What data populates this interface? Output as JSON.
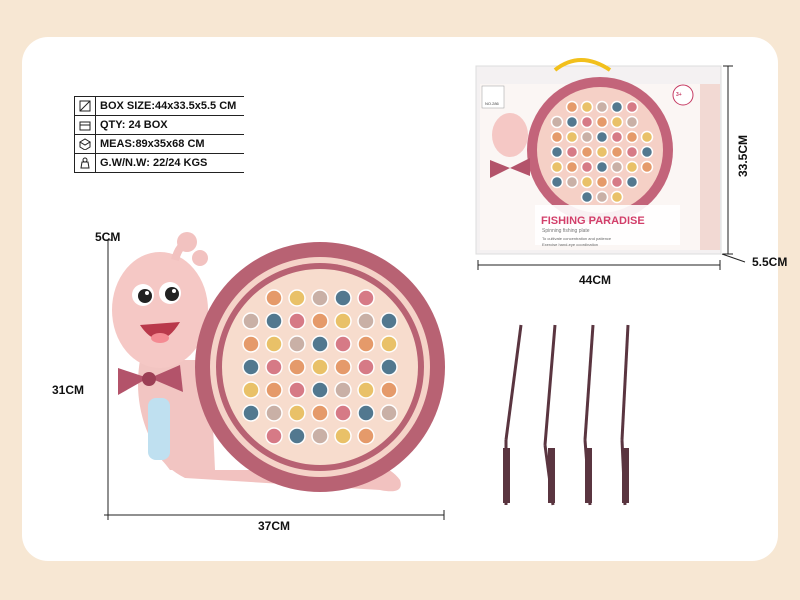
{
  "specs": {
    "box_size": "BOX SIZE:44x33.5x5.5 CM",
    "qty": "QTY: 24 BOX",
    "meas": "MEAS:89x35x68 CM",
    "weight": "G.W/N.W: 22/24 KGS"
  },
  "dimensions": {
    "toy_thickness": "5CM",
    "toy_height": "31CM",
    "toy_width": "37CM",
    "box_width": "44CM",
    "box_height": "33.5CM",
    "box_depth": "5.5CM"
  },
  "package": {
    "title": "FISHING PARADISE",
    "subtitle": "Spinning fishing plate",
    "bullets": [
      "To cultivate concentration and patience",
      "Exercise hand-eye coordination"
    ],
    "model": "NO.286",
    "age": "3+"
  },
  "colors": {
    "background": "#f7e7d3",
    "toy_pink": "#f2c2c0",
    "ring": "#b86273",
    "plate": "#f7dccd",
    "rod": "#5a3540"
  }
}
